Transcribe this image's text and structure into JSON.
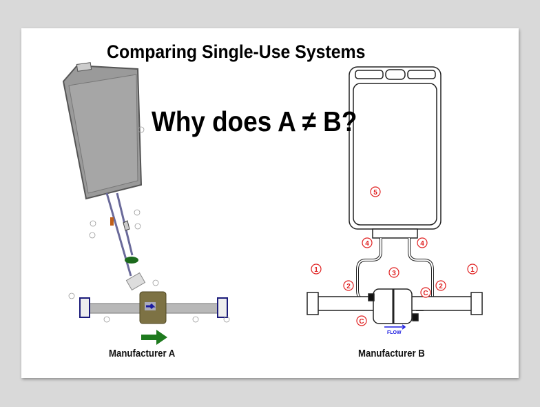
{
  "slide": {
    "title": "Comparing Single-Use Systems",
    "question": "Why does A ≠ B?",
    "manufacturer_a": {
      "caption": "Manufacturer A",
      "flow_arrow_color": "#1e7a1e"
    },
    "manufacturer_b": {
      "caption": "Manufacturer B",
      "flow_label": "FLOW",
      "callouts": {
        "bag": "5",
        "tube_port": "4",
        "filter": "3",
        "tubing": "2",
        "connector": "1",
        "clamp": "C"
      },
      "callout_color": "#e02020"
    }
  }
}
